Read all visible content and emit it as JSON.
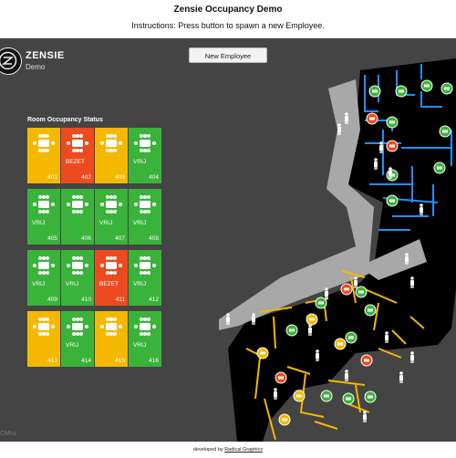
{
  "header": {
    "title": "Zensie Occupancy Demo",
    "instructions": "Instructions: Press button to spawn a new Employee."
  },
  "brand": {
    "name": "ZENSIE",
    "subtitle": "Demo",
    "watermark": "CMhz"
  },
  "new_employee_button": "New Employee",
  "occupancy": {
    "title": "Room Occupancy Status",
    "rooms": [
      {
        "number": "401",
        "status": "",
        "color": "#f5b800"
      },
      {
        "number": "402",
        "status": "BEZET",
        "color": "#ee4a1f"
      },
      {
        "number": "403",
        "status": "",
        "color": "#f5b800"
      },
      {
        "number": "404",
        "status": "VRIJ",
        "color": "#3ab33a"
      },
      {
        "number": "405",
        "status": "VRIJ",
        "color": "#3ab33a"
      },
      {
        "number": "406",
        "status": "",
        "color": "#3ab33a"
      },
      {
        "number": "407",
        "status": "VRIJ",
        "color": "#3ab33a"
      },
      {
        "number": "408",
        "status": "VRIJ",
        "color": "#3ab33a"
      },
      {
        "number": "409",
        "status": "VRIJ",
        "color": "#3ab33a"
      },
      {
        "number": "410",
        "status": "VRIJ",
        "color": "#3ab33a"
      },
      {
        "number": "411",
        "status": "BEZET",
        "color": "#ee4a1f"
      },
      {
        "number": "412",
        "status": "VRIJ",
        "color": "#3ab33a"
      },
      {
        "number": "413",
        "status": "",
        "color": "#f5b800"
      },
      {
        "number": "414",
        "status": "VRIJ",
        "color": "#3ab33a"
      },
      {
        "number": "415",
        "status": "",
        "color": "#f5b800"
      },
      {
        "number": "416",
        "status": "VRIJ",
        "color": "#3ab33a"
      }
    ]
  },
  "footer": {
    "prefix": "developed by",
    "link": "Radical Graphics"
  },
  "colors": {
    "free": "#3ab33a",
    "busy": "#ee4a1f",
    "pending": "#f5b800",
    "wall_blue": "#1e90ff",
    "wall_yellow": "#f5b800",
    "corridor": "#a8a8a8",
    "floor": "#000000",
    "stage": "#444444"
  }
}
